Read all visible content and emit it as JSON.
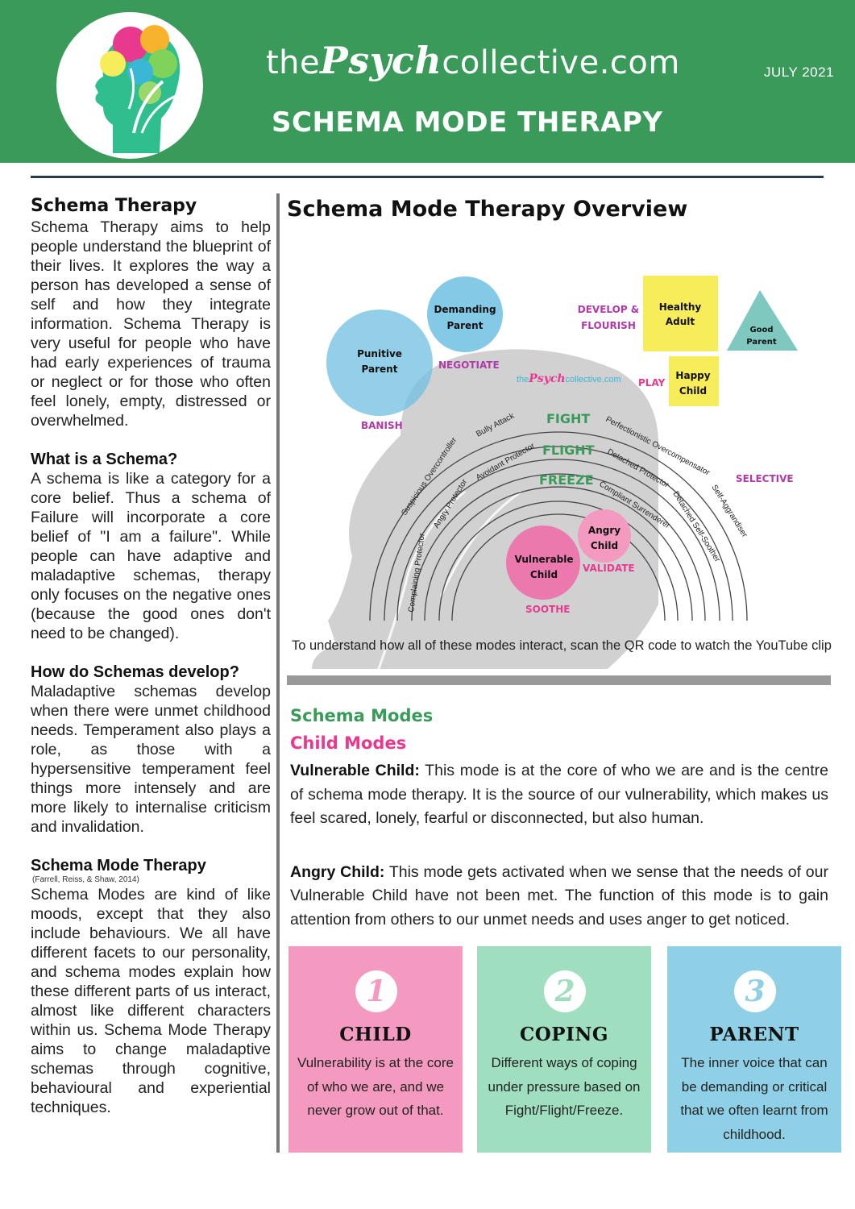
{
  "header": {
    "brand_prefix": "the",
    "brand_script": "Psych",
    "brand_suffix": "collective.com",
    "title": "SCHEMA MODE THERAPY",
    "date": "JULY 2021"
  },
  "left": {
    "schema_therapy_title": "Schema Therapy",
    "schema_therapy_body": "Schema Therapy aims to help people understand the blueprint of their lives. It explores the way a person has developed a sense of self and how they integrate information. Schema Therapy is very useful for people who have had early experiences of trauma or neglect or for those who often feel lonely, empty, distressed or overwhelmed.",
    "what_title": "What is a Schema?",
    "what_body": "A schema is like a category for a core belief. Thus a schema of Failure will incorporate a core belief of \"I am a failure\". While people can have adaptive and maladaptive schemas, therapy only focuses on the negative ones (because the good ones don't need to be changed).",
    "develop_title": "How do Schemas develop?",
    "develop_body": "Maladaptive schemas develop when there were unmet childhood needs. Temperament also plays a role, as those with a hypersensitive temperament feel things more intensely and are more likely to internalise criticism and invalidation.",
    "smt_title": "Schema Mode Therapy",
    "smt_citation": "(Farrell, Reiss, & Shaw, 2014)",
    "smt_body": "Schema Modes are kind of like moods, except that they also include behaviours. We all have different facets to our personality, and schema modes explain how these different parts of us interact, almost like different characters within us. Schema Mode Therapy aims to change maladaptive schemas through cognitive, behavioural and experiential techniques."
  },
  "overview": {
    "title": "Schema Mode Therapy Overview",
    "diagram": {
      "demanding_parent": [
        "Demanding",
        "Parent"
      ],
      "punitive_parent": [
        "Punitive",
        "Parent"
      ],
      "negotiate": "NEGOTIATE",
      "banish": "BANISH",
      "develop": [
        "DEVELOP &",
        "FLOURISH"
      ],
      "healthy_adult": [
        "Healthy",
        "Adult"
      ],
      "good_parent": [
        "Good",
        "Parent"
      ],
      "watermark": [
        "the",
        "Psych",
        "collective.com"
      ],
      "play": "PLAY",
      "happy_child": [
        "Happy",
        "Child"
      ],
      "fight": "FIGHT",
      "flight": "FLIGHT",
      "freeze": "FREEZE",
      "selective": "SELECTIVE",
      "angry_child": [
        "Angry",
        "Child"
      ],
      "vulnerable_child": [
        "Vulnerable",
        "Child"
      ],
      "validate": "VALIDATE",
      "soothe": "SOOTHE",
      "arc_labels": {
        "bully_attack": "Bully Attack",
        "suspicious_overcontroller": "Suspicious Overcontroller",
        "avoidant_protector": "Avoidant Protector",
        "angry_protector": "Angry Protector",
        "complaining_protector": "Complaining Protector",
        "perfectionistic_overcompensator": "Perfectionistic Overcompensator",
        "detached_protector": "Detached Protector",
        "compliant_surrenderer": "Compliant Surrenderer",
        "self_aggrandiser": "Self-Aggrandiser",
        "detached_self_soother": "Detached Self-Soother"
      }
    },
    "qr_note": "To understand how all of these modes interact, scan the QR code to watch the YouTube clip"
  },
  "modes": {
    "title": "Schema Modes",
    "child_title": "Child Modes",
    "vulnerable_label": "Vulnerable Child:",
    "vulnerable_body": "This mode is at the core of who we are and is the centre of schema mode therapy. It is the source of our vulnerability, which makes us feel scared, lonely, fearful or disconnected, but also human.",
    "angry_label": "Angry Child:",
    "angry_body": "This mode gets activated when we sense that the needs of our Vulnerable Child have not been met. The function of this mode is to gain attention from others to our unmet needs and uses anger to get noticed."
  },
  "cards": [
    {
      "number": "1",
      "title": "CHILD",
      "body": "Vulnerability is at the core of who we are, and we never grow out of that."
    },
    {
      "number": "2",
      "title": "COPING",
      "body": "Different ways of coping under pressure based on Fight/Flight/Freeze."
    },
    {
      "number": "3",
      "title": "PARENT",
      "body": "The inner voice that can be demanding or critical that we often learnt from childhood."
    }
  ],
  "colors": {
    "header_green": "#3a9a5a",
    "pink": "#e8398f",
    "blue_circle": "#6fbfe0",
    "yellow": "#f7ec5a",
    "teal": "#7ec8c0",
    "purple_label": "#b03aa8"
  }
}
